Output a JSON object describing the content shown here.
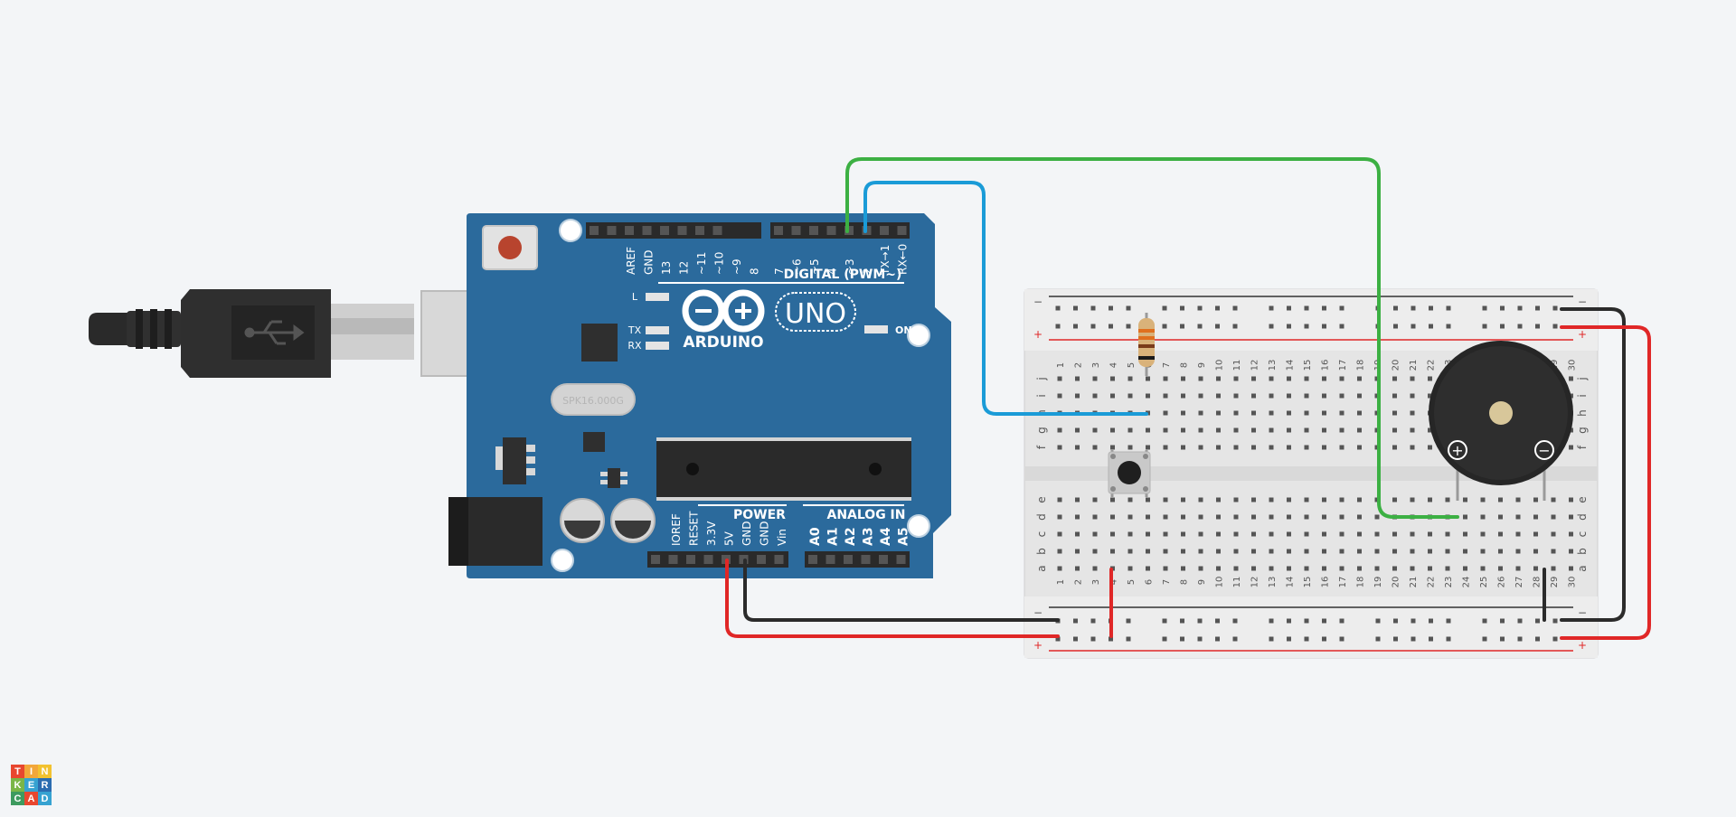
{
  "board": {
    "header_left_labels": [
      "AREF",
      "GND",
      "13",
      "12",
      "~11",
      "~10",
      "~9",
      "8"
    ],
    "header_right_labels": [
      "7",
      "~6",
      "~5",
      "4",
      "~3",
      "2",
      "TX→1",
      "RX←0"
    ],
    "digital_label": "DIGITAL (PWM~)",
    "brand": "ARDUINO",
    "model": "UNO",
    "led_labels": [
      "L",
      "TX",
      "RX"
    ],
    "on_label": "ON",
    "crystal_label": "SPK16.000G",
    "power_label": "POWER",
    "analog_label": "ANALOG IN",
    "power_pins": [
      "IOREF",
      "RESET",
      "3.3V",
      "5V",
      "GND",
      "GND",
      "Vin"
    ],
    "analog_pins": [
      "A0",
      "A1",
      "A2",
      "A3",
      "A4",
      "A5"
    ]
  },
  "breadboard": {
    "rail_minus": "−",
    "rail_plus": "+",
    "rows_top": [
      "j",
      "i",
      "h",
      "g",
      "f"
    ],
    "rows_bottom": [
      "e",
      "d",
      "c",
      "b",
      "a"
    ],
    "columns": [
      "1",
      "2",
      "3",
      "4",
      "5",
      "6",
      "7",
      "8",
      "9",
      "10",
      "11",
      "12",
      "13",
      "14",
      "15",
      "16",
      "17",
      "18",
      "19",
      "20",
      "21",
      "22",
      "23",
      "24",
      "25",
      "26",
      "27",
      "28",
      "29",
      "30"
    ]
  },
  "buzzer": {
    "plus_symbol": "+",
    "minus_symbol": "−"
  },
  "logo": {
    "letters": [
      "T",
      "I",
      "N",
      "K",
      "E",
      "R",
      "C",
      "A",
      "D"
    ],
    "colors": [
      "#e8472f",
      "#f2a73a",
      "#f2c230",
      "#7ab648",
      "#36a2d1",
      "#2b6cb0",
      "#3d9b5f",
      "#e8472f",
      "#36a2d1"
    ]
  },
  "colors": {
    "board": "#2b6a9c",
    "wire_green": "#3cb043",
    "wire_blue": "#1a9bd7",
    "wire_red": "#e02727",
    "wire_black": "#2b2b2b"
  }
}
